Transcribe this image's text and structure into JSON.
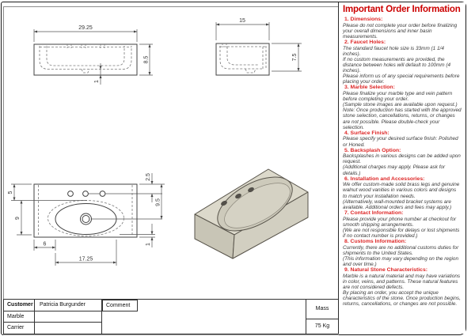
{
  "panel": {
    "title": "Important Order Information",
    "sections": [
      {
        "heading": "1. Dimensions:",
        "body": [
          "Please do not complete your order before finalizing your overall dimensions and inner basin measurements."
        ]
      },
      {
        "heading": "2. Faucet Holes:",
        "body": [
          "The standard faucet hole size is 33mm (1 1/4 inches).",
          "If no custom measurements are provided, the distance between holes will default to 100mm (4 inches).",
          "Please inform us of any special requirements before placing your order."
        ]
      },
      {
        "heading": "3. Marble Selection:",
        "body": [
          "Please finalize your marble type and vein pattern before completing your order.",
          "(Sample stone images are available upon request.)",
          "Note: Once production has started with the approved stone selection, cancellations, returns, or changes are not possible. Please double-check your selection."
        ]
      },
      {
        "heading": "4. Surface Finish:",
        "body": [
          "Please specify your desired surface finish: Polished or Honed."
        ]
      },
      {
        "heading": "5. Backsplash Option:",
        "body": [
          "Backsplashes in various designs can be added upon request.",
          "(Additional charges may apply. Please ask for details.)"
        ]
      },
      {
        "heading": "6. Installation and Accessories:",
        "body": [
          "We offer custom-made solid brass legs and genuine walnut wood vanities in various colors and designs to match your installation needs.",
          "(Alternatively, wall-mounted bracket systems are available. Additional orders and fees may apply.)"
        ]
      },
      {
        "heading": "7. Contact Information:",
        "body": [
          "Please provide your phone number at checkout for smooth shipping arrangements.",
          "(We are not responsible for delays or lost shipments if no contact number is provided.)"
        ]
      },
      {
        "heading": "8. Customs Information:",
        "body": [
          "Currently, there are no additional customs duties for shipments to the United States.",
          "(This information may vary depending on the region and over time.)"
        ]
      },
      {
        "heading": "9. Natural Stone Characteristics:",
        "body": [
          "Marble is a natural material and may have variations in color, veins, and patterns. These natural features are not considered defects.",
          "By placing an order, you accept the unique characteristics of the stone. Once production begins, returns, cancellations, or changes are not possible."
        ]
      }
    ]
  },
  "views": {
    "front": {
      "width": "29.25",
      "height": "8.5",
      "basin_floor": "1"
    },
    "side": {
      "depth": "15",
      "height_to_basin": "7.5"
    },
    "plan": {
      "hole_offset": "2.5",
      "basin_top_offset": "5",
      "basin_length": "9",
      "drain_offset": "9.5",
      "basin_left_offset": "6",
      "basin_width": "17.25",
      "rim": "1"
    }
  },
  "titleblock": {
    "customer_label": "Customer",
    "customer_value": "Patricia Burgunder",
    "marble_label": "Marble",
    "marble_value": "",
    "carrier_label": "Carrier",
    "carrier_value": "",
    "comment_label": "Comment",
    "mass_label": "Mass",
    "mass_value": "75 Kg"
  },
  "colors": {
    "accent_red": "#cc0000",
    "heading_red": "#dd2626",
    "stone_top": "#dcd9cb",
    "stone_front": "#c8c5b6",
    "stone_right": "#d2cfc1",
    "basin_fill": "#cdcabb",
    "basin_inner": "#d5d2c4",
    "hole_dark": "#53504a"
  }
}
